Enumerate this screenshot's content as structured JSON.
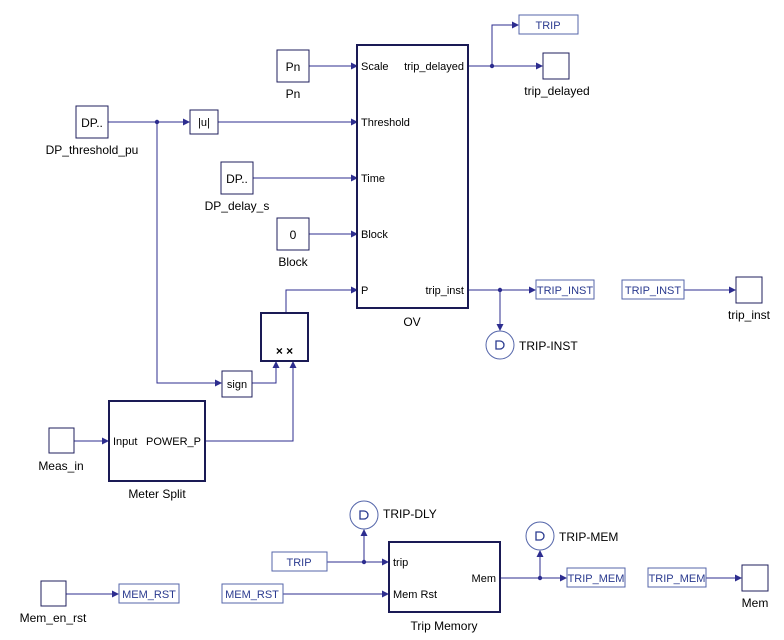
{
  "blocks": {
    "pn": {
      "symbol": "Pn",
      "name": "Pn"
    },
    "dp_threshold": {
      "symbol": "DP..",
      "name": "DP_threshold_pu"
    },
    "abs": {
      "symbol": "|u|"
    },
    "dp_delay": {
      "symbol": "DP..",
      "name": "DP_delay_s"
    },
    "block_const": {
      "symbol": "0",
      "name": "Block"
    },
    "ov": {
      "name": "OV",
      "inputs": [
        "Scale",
        "Threshold",
        "Time",
        "Block",
        "P"
      ],
      "outputs": [
        "trip_delayed",
        "trip_inst"
      ]
    },
    "product": {
      "symbol": "× ×"
    },
    "sign": {
      "symbol": "sign"
    },
    "meter_split": {
      "name": "Meter Split",
      "input": "Input",
      "output": "POWER_P"
    },
    "meas_in": {
      "name": "Meas_in"
    },
    "trip_delayed_out": {
      "name": "trip_delayed"
    },
    "trip_inst_out": {
      "name": "trip_inst"
    },
    "trip_memory": {
      "name": "Trip Memory",
      "inputs": [
        "trip",
        "Mem Rst"
      ],
      "output": "Mem"
    },
    "mem_en_rst": {
      "name": "Mem_en_rst"
    },
    "mem_out": {
      "name": "Mem"
    }
  },
  "tags": {
    "trip": "TRIP",
    "trip_inst_goto": "TRIP_INST",
    "trip_inst_from": "TRIP_INST",
    "trip_from": "TRIP",
    "mem_rst_goto": "MEM_RST",
    "mem_rst_from": "MEM_RST",
    "trip_mem_goto": "TRIP_MEM",
    "trip_mem_from": "TRIP_MEM"
  },
  "probes": {
    "trip_inst": "TRIP-INST",
    "trip_dly": "TRIP-DLY",
    "trip_mem": "TRIP-MEM"
  },
  "colors": {
    "wire": "#2d2d8f",
    "tag_border": "#5566aa",
    "tag_text": "#2a3a8f"
  }
}
